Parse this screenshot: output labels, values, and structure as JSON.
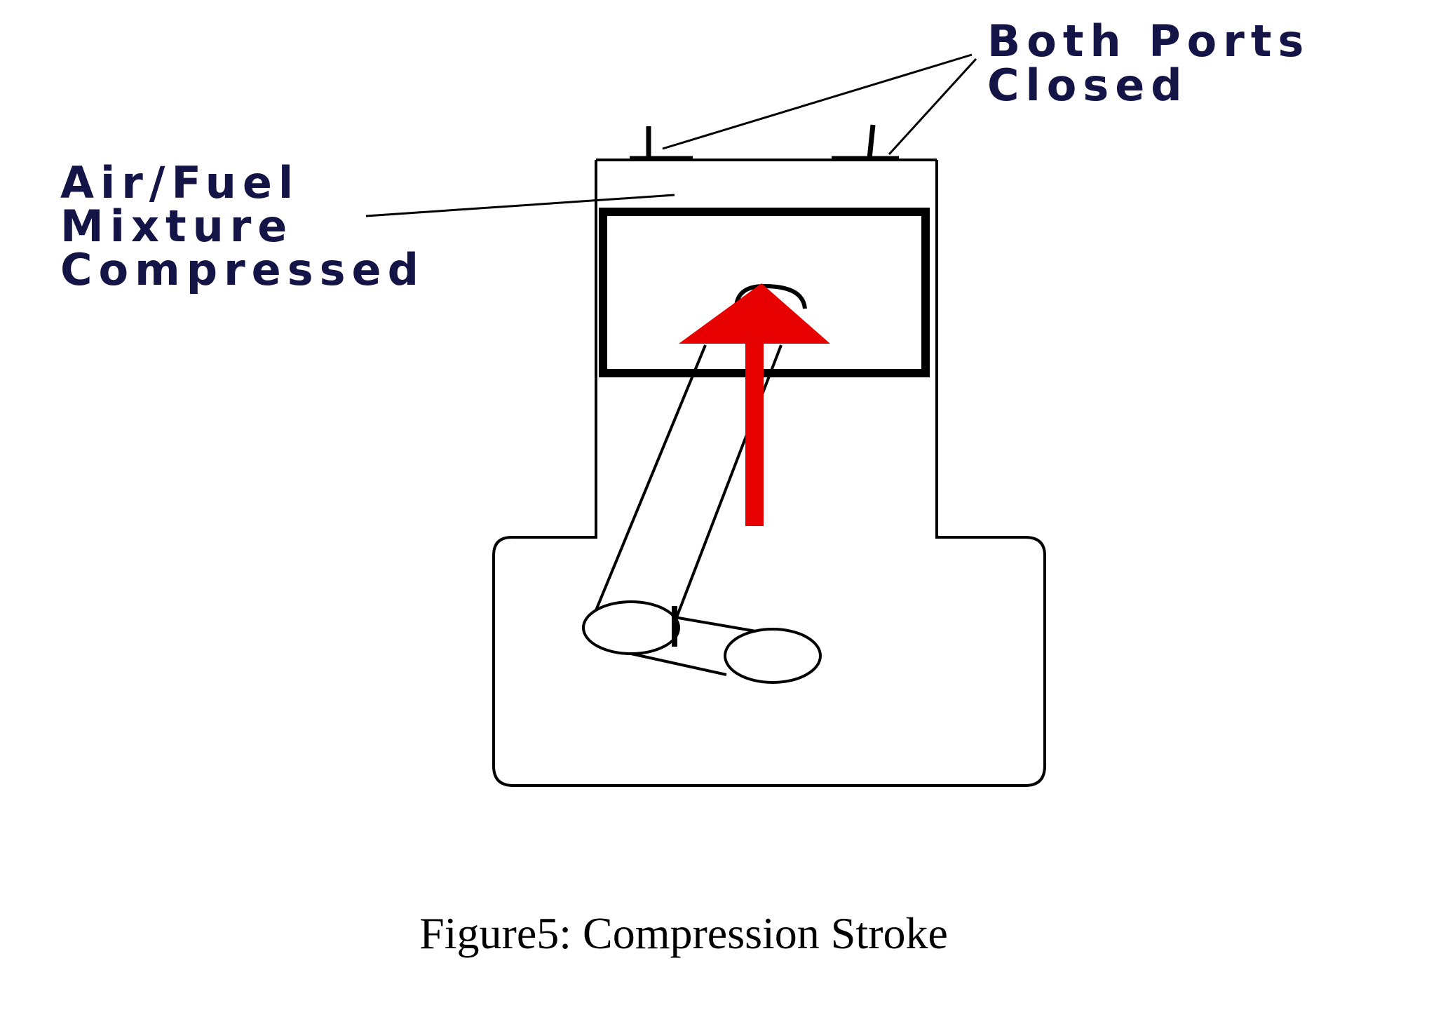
{
  "labels": {
    "ports": [
      "Both Ports",
      "Closed"
    ],
    "mixture": [
      "Air/Fuel",
      "Mixture",
      "Compressed"
    ]
  },
  "caption": "Figure5: Compression Stroke",
  "colors": {
    "label_text": "#141446",
    "line": "#000000",
    "arrow": "#e60000",
    "caption": "#000000"
  }
}
